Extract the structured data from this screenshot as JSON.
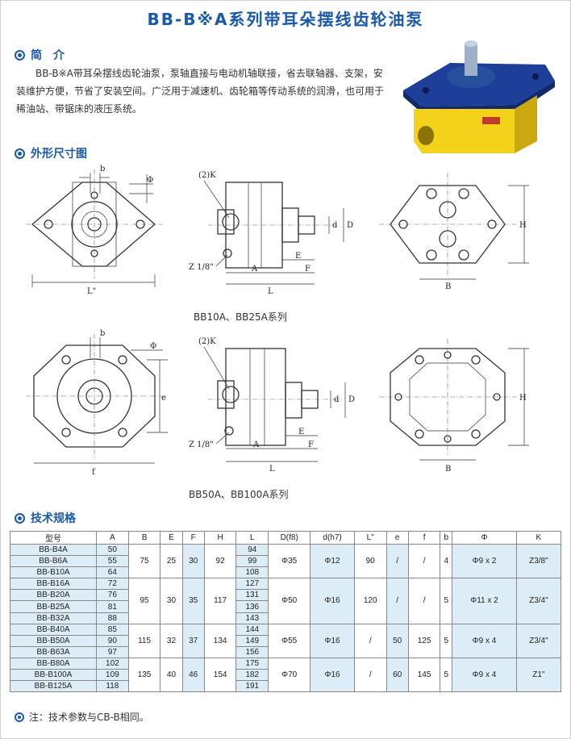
{
  "title": "BB-B※A系列带耳朵摆线齿轮油泵",
  "sections": {
    "intro_heading": "简　介",
    "drawing_heading": "外形尺寸图",
    "spec_heading": "技术规格"
  },
  "intro_text": "BB-B※A带耳朵摆线齿轮油泵，泵轴直接与电动机轴联接，省去联轴器、支架，安装维护方便，节省了安装空间。广泛用于减速机、齿轮箱等传动系统的润滑，也可用于稀油站、带锯床的液压系统。",
  "captions": {
    "series1": "BB10A、BB25A系列",
    "series2": "BB50A、BB100A系列"
  },
  "labels": {
    "b": "b",
    "phi": "Φ",
    "L2": "L\"",
    "k2": "(2)K",
    "z": "Z 1/8\"",
    "d": "d",
    "D": "D",
    "E": "E",
    "F": "F",
    "A": "A",
    "L": "L",
    "H": "H",
    "B": "B",
    "e": "e",
    "f": "f"
  },
  "table": {
    "headers": [
      "型号",
      "A",
      "B",
      "E",
      "F",
      "H",
      "L",
      "D(f8)",
      "d(h7)",
      "L\"",
      "e",
      "f",
      "b",
      "Φ",
      "K"
    ],
    "groups": [
      {
        "models": [
          "BB-B4A",
          "BB-B6A",
          "BB-B10A"
        ],
        "A": [
          "50",
          "55",
          "64"
        ],
        "L": [
          "94",
          "99",
          "108"
        ],
        "B": "75",
        "E": "25",
        "F": "30",
        "H": "92",
        "D": "Φ35",
        "d": "Φ12",
        "L2": "90",
        "e": "/",
        "f": "/",
        "b": "4",
        "phi": "Φ9 x 2",
        "K": "Z3/8\""
      },
      {
        "models": [
          "BB-B16A",
          "BB-B20A",
          "BB-B25A",
          "BB-B32A"
        ],
        "A": [
          "72",
          "76",
          "81",
          "88"
        ],
        "L": [
          "127",
          "131",
          "136",
          "143"
        ],
        "B": "95",
        "E": "30",
        "F": "35",
        "H": "117",
        "D": "Φ50",
        "d": "Φ16",
        "L2": "120",
        "e": "/",
        "f": "/",
        "b": "5",
        "phi": "Φ11 x 2",
        "K": "Z3/4\""
      },
      {
        "models": [
          "BB-B40A",
          "BB-B50A",
          "BB-B63A"
        ],
        "A": [
          "85",
          "90",
          "97"
        ],
        "L": [
          "144",
          "149",
          "156"
        ],
        "B": "115",
        "E": "32",
        "F": "37",
        "H": "134",
        "D": "Φ55",
        "d": "Φ16",
        "L2": "/",
        "e": "50",
        "f": "125",
        "b": "5",
        "phi": "Φ9 x 4",
        "K": "Z3/4\""
      },
      {
        "models": [
          "BB-B80A",
          "BB-B100A",
          "BB-B125A"
        ],
        "A": [
          "102",
          "109",
          "118"
        ],
        "L": [
          "175",
          "182",
          "191"
        ],
        "B": "135",
        "E": "40",
        "F": "46",
        "H": "154",
        "D": "Φ70",
        "d": "Φ16",
        "L2": "/",
        "e": "60",
        "f": "145",
        "b": "5",
        "phi": "Φ9 x 4",
        "K": "Z1\""
      }
    ]
  },
  "note": "注：技术参数与CB-B相同。",
  "colors": {
    "accent": "#1a5aa8",
    "cell_blue": "#dcedf8",
    "pump_yellow": "#f2d21a",
    "pump_blue": "#1d3f9a"
  }
}
